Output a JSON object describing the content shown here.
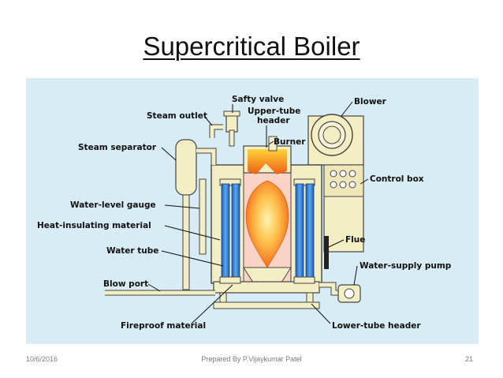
{
  "slide": {
    "title": "Supercritical Boiler",
    "footer_date": "10/6/2016",
    "footer_center": "Prepared By P.Vijaykumar Patel",
    "page_number": "21"
  },
  "diagram": {
    "background_color": "#d7ecf4",
    "labels": {
      "safety_valve": "Safty valve",
      "steam_outlet": "Steam outlet",
      "upper_tube_header_1": "Upper-tube",
      "upper_tube_header_2": "header",
      "blower": "Blower",
      "steam_separator": "Steam separator",
      "burner": "Burner",
      "control_box": "Control box",
      "water_level_gauge": "Water-level gauge",
      "heat_insulating": "Heat-insulating material",
      "flue": "Flue",
      "water_tube": "Water tube",
      "water_supply_pump": "Water-supply pump",
      "blow_port": "Blow port",
      "fireproof": "Fireproof material",
      "lower_tube_header": "Lower-tube header"
    },
    "colors": {
      "body": "#f4eec4",
      "tube_blue": "#2f7fd6",
      "flame": "#f06a1a",
      "outline": "#444444"
    }
  }
}
